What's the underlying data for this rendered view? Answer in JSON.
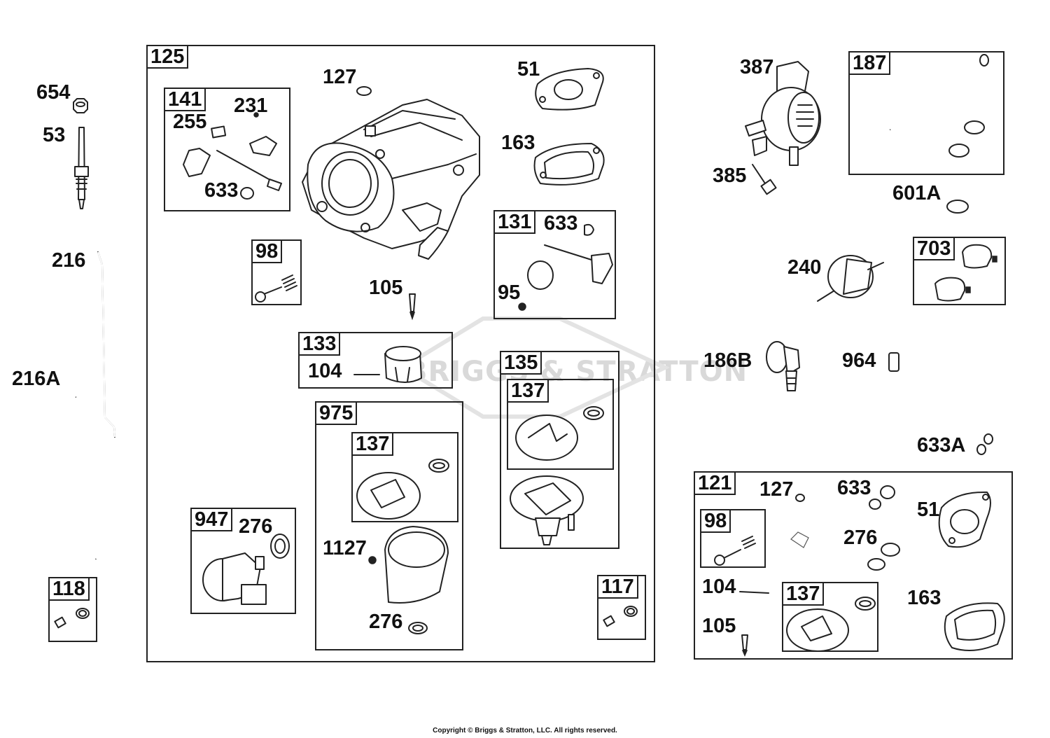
{
  "watermark": "BRIGGS & STRATTON",
  "copyright": "Copyright © Briggs & Stratton, LLC. All rights reserved.",
  "groups": {
    "g125": "125",
    "g141": "141",
    "g98a": "98",
    "g131": "131",
    "g133": "133",
    "g135": "135",
    "g137a": "137",
    "g975": "975",
    "g137b": "137",
    "g947": "947",
    "g117": "117",
    "g118": "118",
    "g187": "187",
    "g703": "703",
    "g121": "121",
    "g98b": "98",
    "g137c": "137"
  },
  "parts": {
    "p654": "654",
    "p53": "53",
    "p216": "216",
    "p216a": "216A",
    "p127a": "127",
    "p51a": "51",
    "p163a": "163",
    "p231": "231",
    "p255": "255",
    "p633a": "633",
    "p633b": "633",
    "p95": "95",
    "p105a": "105",
    "p104a": "104",
    "p1127": "1127",
    "p276a": "276",
    "p276b": "276",
    "p387": "387",
    "p385": "385",
    "p601a": "601A",
    "p240": "240",
    "p186b": "186B",
    "p964": "964",
    "p633c": "633A",
    "p127b": "127",
    "p633d": "633",
    "p51b": "51",
    "p276c": "276",
    "p104b": "104",
    "p163b": "163",
    "p105b": "105"
  }
}
